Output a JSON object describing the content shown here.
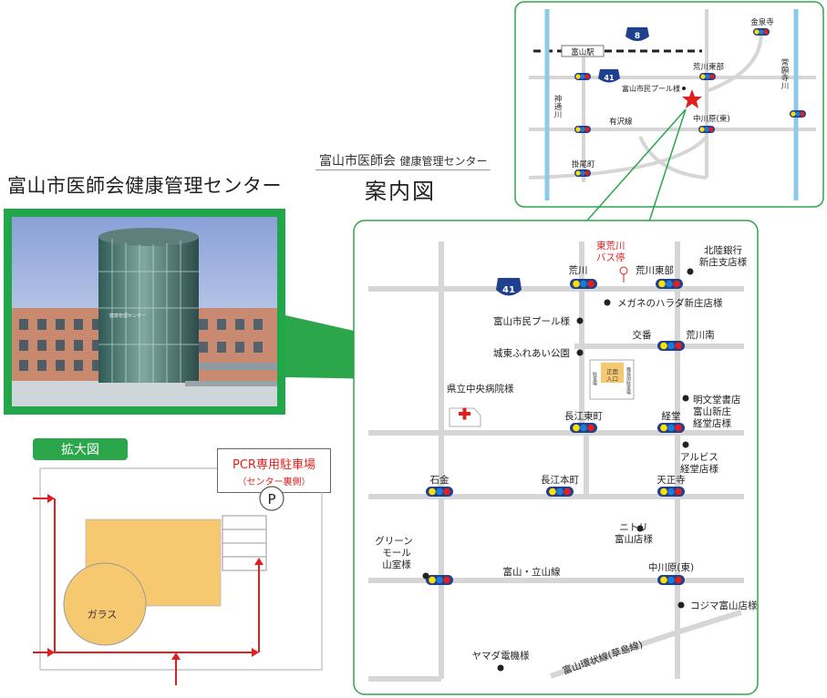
{
  "header": {
    "main_title": "富山市医師会健康管理センター",
    "org_name": "富山市医師会",
    "org_sub": "健康管理センター",
    "map_title": "案内図"
  },
  "photo": {
    "building_sign": "健康管理センター"
  },
  "enlarged": {
    "badge": "拡大図",
    "pcr_title": "PCR専用駐車場",
    "pcr_sub": "（センター裏側）",
    "parking_symbol": "P",
    "glass_label": "ガラス"
  },
  "overview_map": {
    "route_8": "8",
    "route_41": "41",
    "toyama_station": "富山駅",
    "kinsenji": "金泉寺",
    "arakawa_tobu": "荒川東部",
    "pool": "富山市民プール様",
    "nakagawara_east": "中川原(東)",
    "arisawa_line": "有沢線",
    "kakeo": "掛尾町",
    "jintsu_river": "神通川",
    "joganji_river": "常願寺川"
  },
  "detail_map": {
    "route_41": "41",
    "bus_stop": [
      "東荒川",
      "バス停"
    ],
    "arakawa": "荒川",
    "arakawa_tobu": "荒川東部",
    "hokuriku_bank": [
      "北陸銀行",
      "新庄支店様"
    ],
    "meganenoharada": "メガネのハラダ新庄店様",
    "pool": "富山市民プール様",
    "koban": "交番",
    "arakawa_minami": "荒川南",
    "joto_park": "城東ふれあい公園",
    "center_entrance": [
      "正面",
      "入口"
    ],
    "center_parking": "駐車場",
    "staff_parking": "職員用駐車場",
    "prefectural_hospital": "県立中央病院様",
    "meibundo": [
      "明文堂書店",
      "富山新庄",
      "経堂店様"
    ],
    "nagae_tobu": "長江東町",
    "kyodo": "経堂",
    "alpis": [
      "アルビス",
      "経堂店様"
    ],
    "sekikin": "石金",
    "nagae_honmachi": "長江本町",
    "tenshoji": "天正寺",
    "nitori": [
      "ニトリ",
      "富山店様"
    ],
    "green_mall": [
      "グリーン",
      "モール",
      "山室様"
    ],
    "toyama_tateyama_line": "富山・立山線",
    "nakagawara_east": "中川原(東)",
    "kojima": "コジマ富山店様",
    "yamada": "ヤマダ電機様",
    "ring_road": "富山環状線(草島線)"
  },
  "colors": {
    "green": "#2ba64b",
    "road": "#d6d6d6",
    "river": "#8ec9ea",
    "red": "#e02020",
    "navy_shield": "#1f3f8f",
    "center_building": "#f6c870"
  }
}
